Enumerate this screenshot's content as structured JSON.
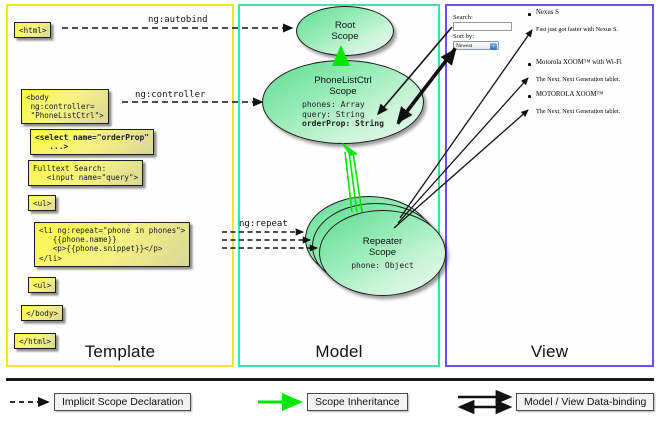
{
  "columns": {
    "template": {
      "title": "Template",
      "border_color": "#f2e80c"
    },
    "model": {
      "title": "Model",
      "border_color": "#3fe3a6"
    },
    "view": {
      "title": "View",
      "border_color": "#6b4ff0"
    }
  },
  "template_boxes": [
    {
      "name": "html-open",
      "text": "<html>"
    },
    {
      "name": "body-open",
      "text": "<body\n ng:controller=\n \"PhoneListCtrl\">"
    },
    {
      "name": "select",
      "text": "<select name=\"orderProp\"\n   ...>"
    },
    {
      "name": "fulltext",
      "text": "Fulltext Search:\n   <input name=\"query\">"
    },
    {
      "name": "ul-open",
      "text": "<ul>"
    },
    {
      "name": "li-repeat",
      "text": "<li ng:repeat=\"phone in phones\">\n   {{phone.name}}\n   <p>{{phone.snippet}}</p>\n</li>"
    },
    {
      "name": "ul-close",
      "text": "<ul>"
    },
    {
      "name": "body-close",
      "text": "</body>"
    },
    {
      "name": "html-close",
      "text": "</html>"
    }
  ],
  "edge_labels": {
    "autobind": "ng:autobind",
    "controller": "ng:controller",
    "repeat": "ng:repeat"
  },
  "scopes": [
    {
      "name": "root-scope",
      "title": "Root\nScope",
      "props": ""
    },
    {
      "name": "phonelistctrl-scope",
      "title": "PhoneListCtrl\nScope",
      "props_plain": "phones: Array\nquery: String\n",
      "props_bold": "orderProp: String"
    },
    {
      "name": "repeater-scope",
      "title": "Repeater\nScope",
      "props": "phone: Object"
    }
  ],
  "view": {
    "search_label": "Search:",
    "search_value": "",
    "sort_label": "Sort by:",
    "sort_selected": "Newest",
    "phones": [
      {
        "name": "Nexus S",
        "snippet": "Fast just got faster with Nexus S."
      },
      {
        "name": "Motorola XOOM™  with Wi-Fi",
        "snippet": "The Next, Next Generation tablet."
      },
      {
        "name": "MOTOROLA XOOM™",
        "snippet": "The Next, Next Generation tablet."
      }
    ]
  },
  "legend": [
    {
      "name": "implicit-scope-declaration",
      "label": "Implicit Scope Declaration",
      "style": "dashed-arrow",
      "color": "#1a1a1a"
    },
    {
      "name": "scope-inheritance",
      "label": "Scope Inheritance",
      "style": "solid-green-arrow",
      "color": "#00e800"
    },
    {
      "name": "model-view-data-binding",
      "label": "Model / View Data-binding",
      "style": "double-arrow",
      "color": "#000000"
    }
  ]
}
